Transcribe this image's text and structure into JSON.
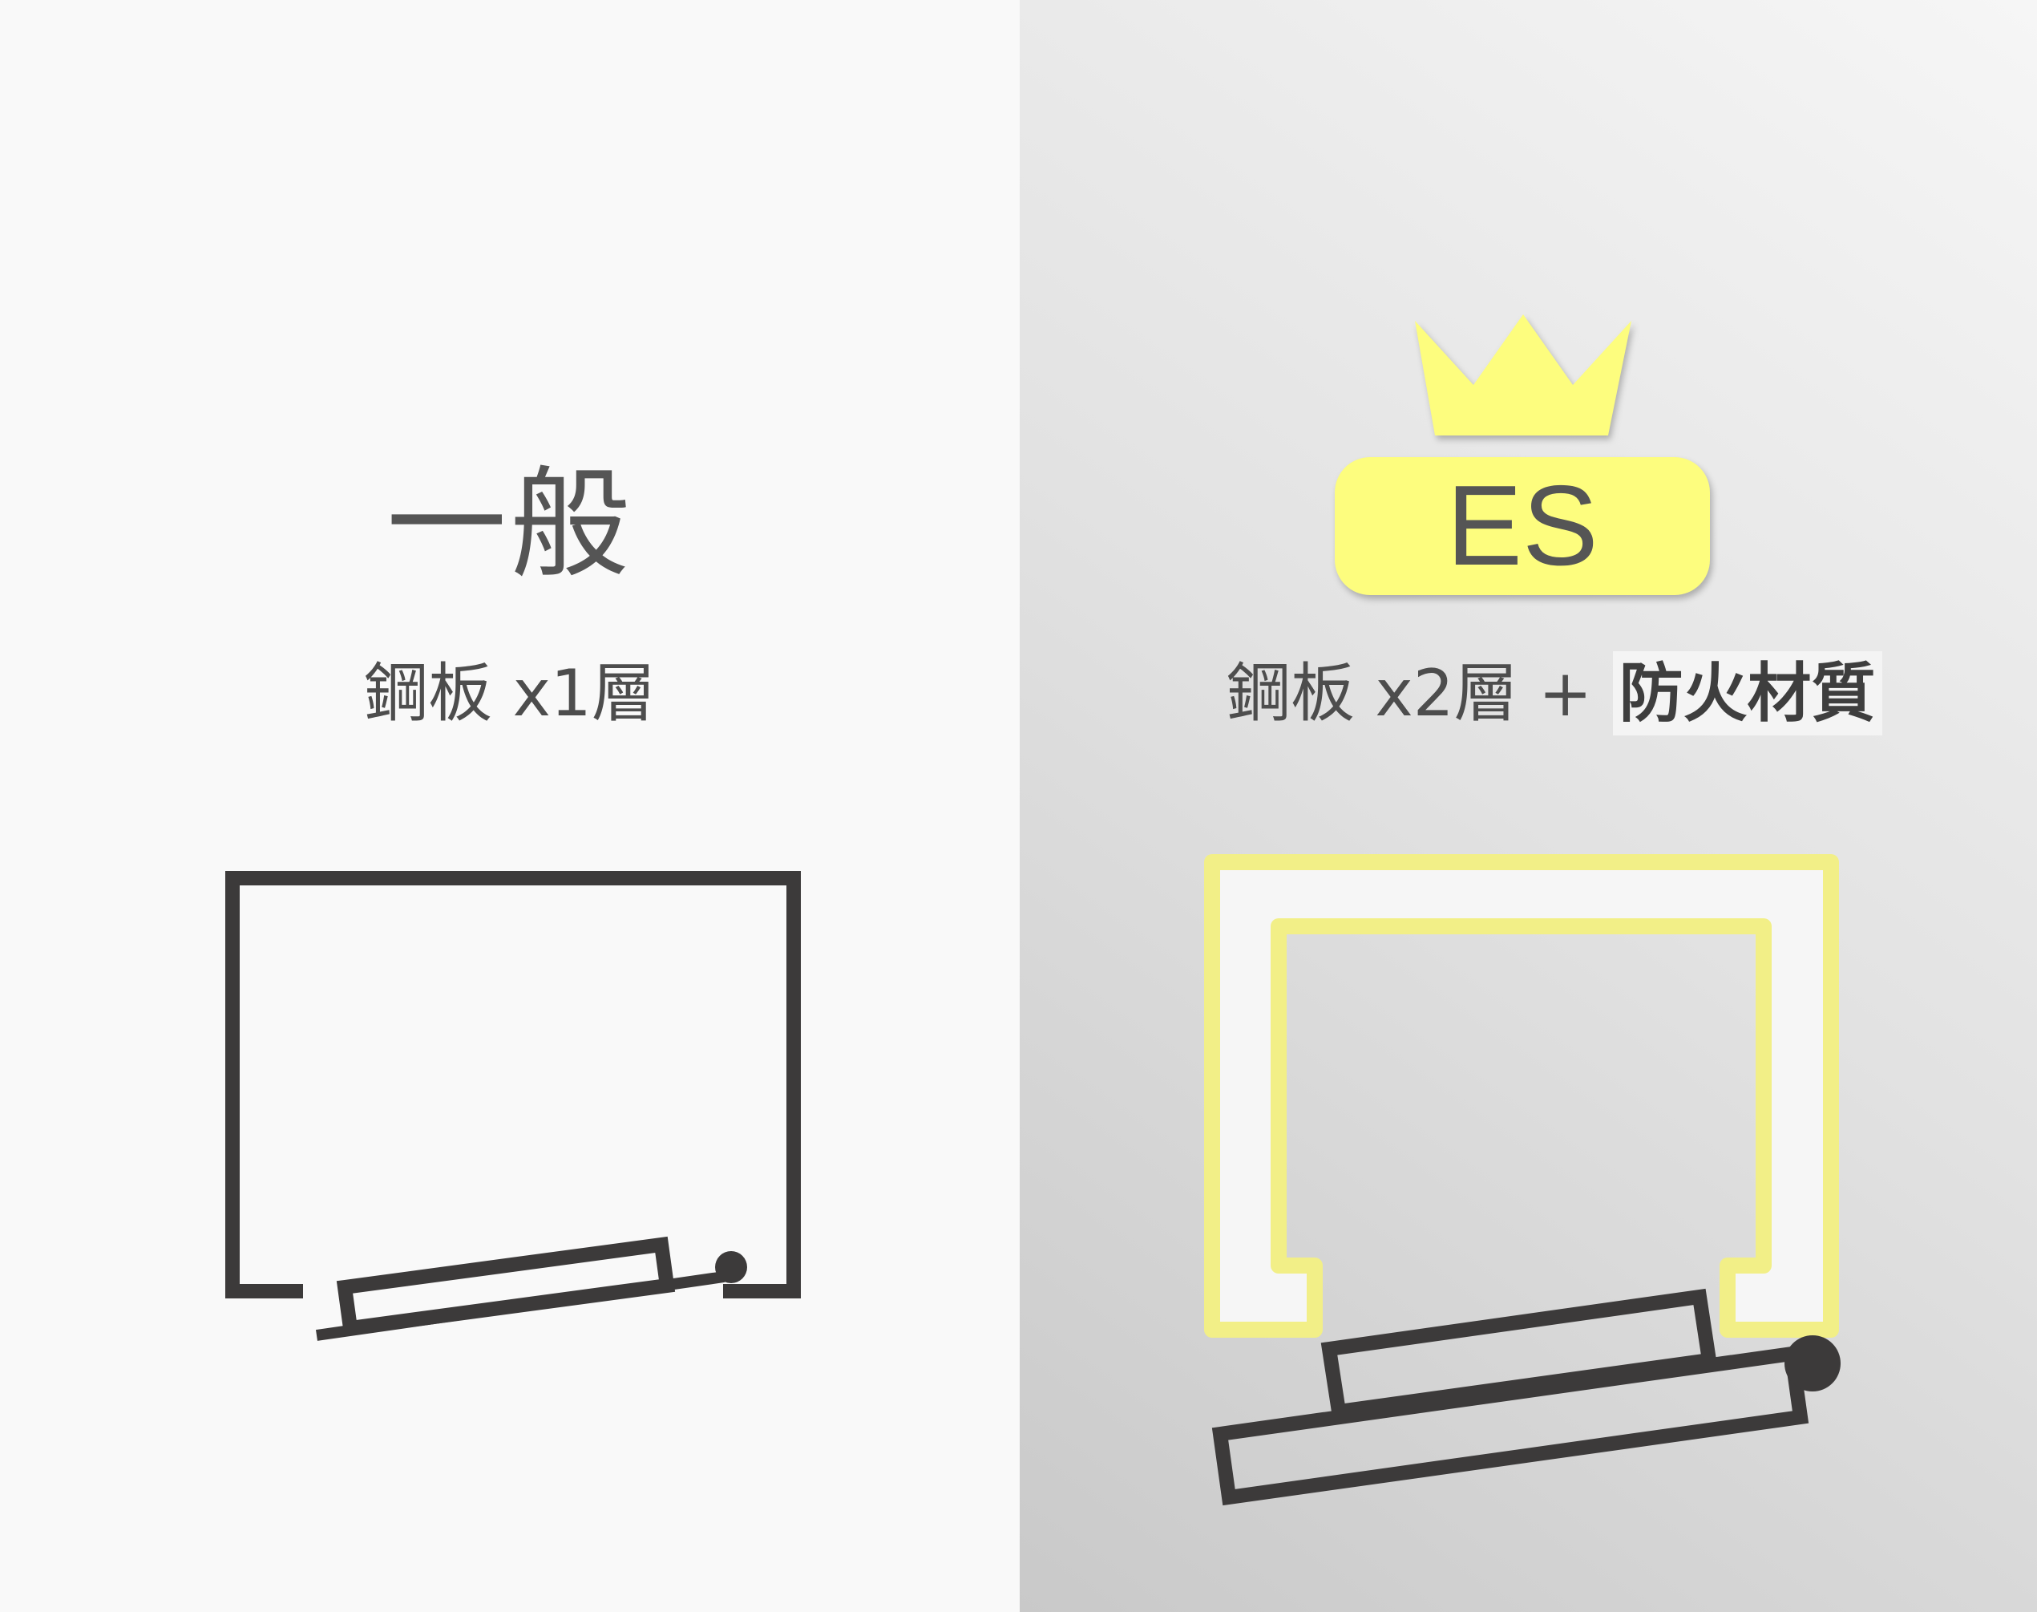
{
  "left": {
    "title": "一般",
    "subtitle": "鋼板 x1層"
  },
  "right": {
    "badge": "ES",
    "subtitle_main": "鋼板 x2層 + ",
    "subtitle_highlight": "防火材質"
  },
  "icons": {
    "crown": "crown-icon"
  },
  "colors": {
    "left_bg": "#f9f9f9",
    "stroke": "#3c3a3a",
    "accent_yellow": "#fdfd7e",
    "frame_yellow": "#f2ef87",
    "text": "#555555"
  }
}
